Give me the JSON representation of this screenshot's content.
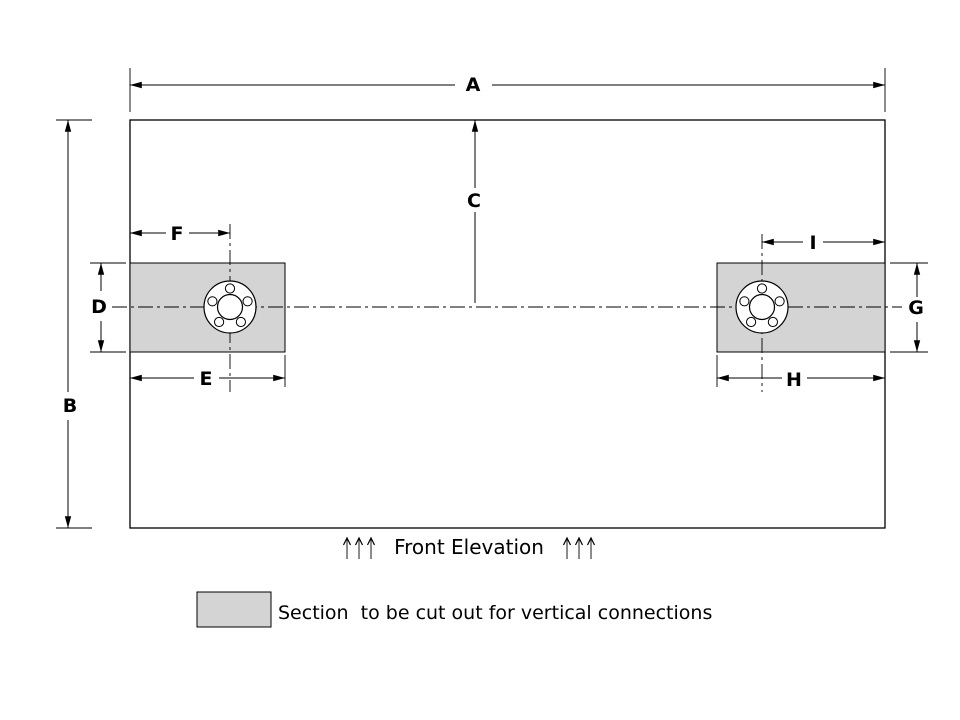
{
  "colors": {
    "cutout_fill": "#d4d4d4",
    "line": "#000000",
    "background": "#ffffff"
  },
  "dimension_labels": {
    "a": "A",
    "b": "B",
    "c": "C",
    "d": "D",
    "e": "E",
    "f": "F",
    "g": "G",
    "h": "H",
    "i": "I"
  },
  "captions": {
    "view_title": "Front Elevation",
    "legend": "Section  to be cut out for vertical connections"
  }
}
